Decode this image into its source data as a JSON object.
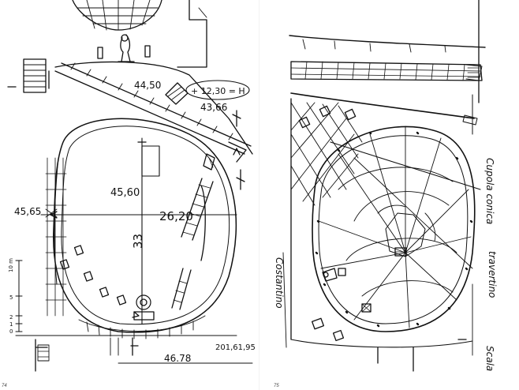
{
  "left_page": {
    "folio": "74",
    "annotations": {
      "elevation_top": "44,50",
      "elevation_circled": "+ 12,30 = H",
      "elevation_under": "43,66",
      "elevation_left": "45,65",
      "elevation_center": "45,60",
      "span_horizontal": "26,20",
      "span_vertical": "33",
      "elevation_bottom": "46.78",
      "elevation_bottom_right": "201,61,95"
    },
    "scale_bar": [
      "0",
      "1",
      "2",
      "5",
      "10 m"
    ]
  },
  "right_page": {
    "folio": "75",
    "labels": {
      "cupola": "Cupola conica",
      "travertino": "travertino",
      "costantino": "Costantino",
      "scala": "Scala"
    }
  }
}
